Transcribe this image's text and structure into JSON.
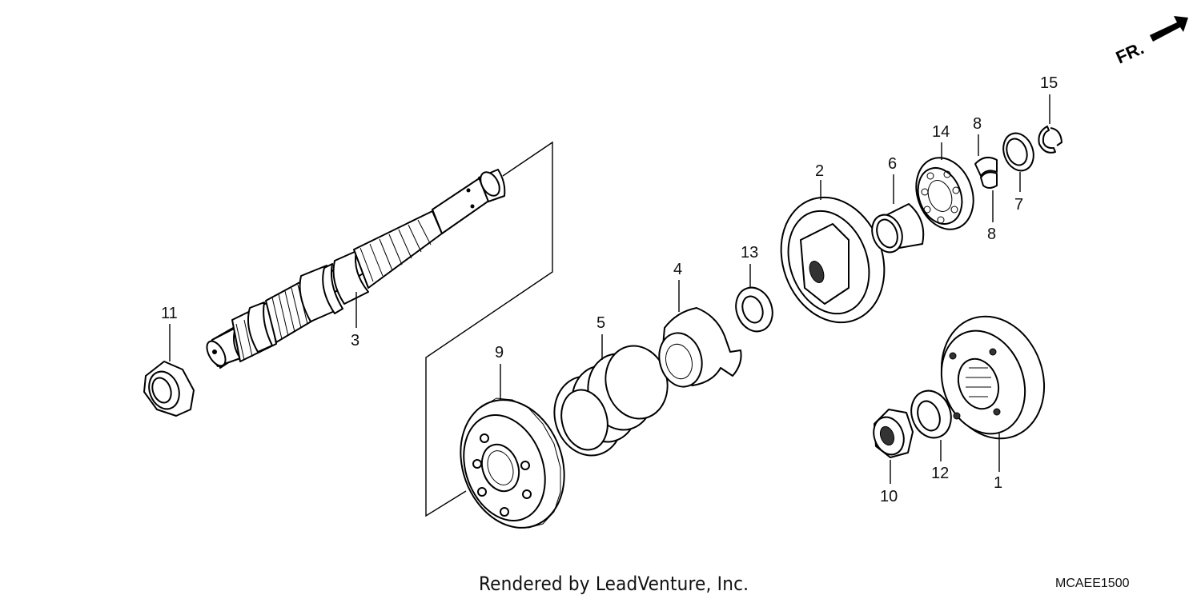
{
  "diagram": {
    "direction_marker": "FR.",
    "callouts": [
      {
        "id": "c1",
        "text": "1"
      },
      {
        "id": "c2",
        "text": "2"
      },
      {
        "id": "c3",
        "text": "3"
      },
      {
        "id": "c4",
        "text": "4"
      },
      {
        "id": "c5",
        "text": "5"
      },
      {
        "id": "c6",
        "text": "6"
      },
      {
        "id": "c7",
        "text": "7"
      },
      {
        "id": "c8a",
        "text": "8"
      },
      {
        "id": "c8b",
        "text": "8"
      },
      {
        "id": "c9",
        "text": "9"
      },
      {
        "id": "c10",
        "text": "10"
      },
      {
        "id": "c11",
        "text": "11"
      },
      {
        "id": "c12",
        "text": "12"
      },
      {
        "id": "c13",
        "text": "13"
      },
      {
        "id": "c14",
        "text": "14"
      },
      {
        "id": "c15",
        "text": "15"
      }
    ]
  },
  "footer": {
    "credit": "Rendered by LeadVenture, Inc.",
    "diagram_code": "MCAEE1500"
  }
}
